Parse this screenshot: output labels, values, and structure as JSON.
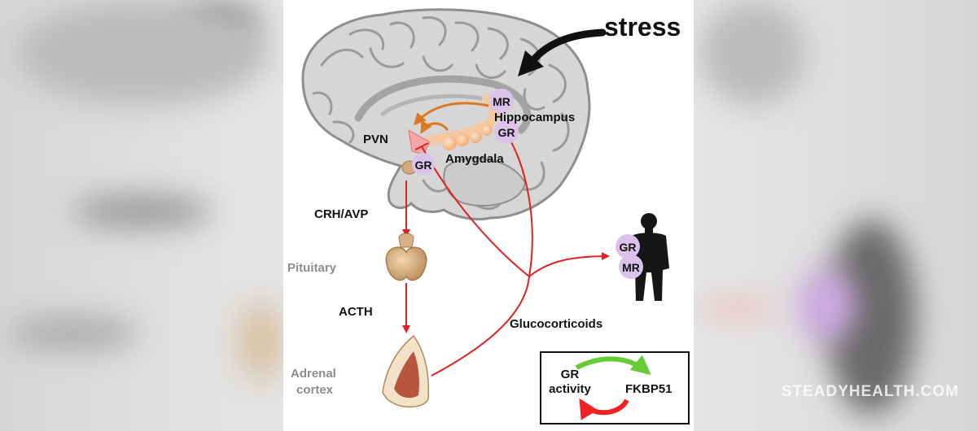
{
  "labels": {
    "stress": "stress",
    "mr_top": "MR",
    "hippocampus": "Hippocampus",
    "gr_hippo": "GR",
    "pvn": "PVN",
    "amygdala": "Amygdala",
    "gr_pvn": "GR",
    "crh_avp": "CRH/AVP",
    "pituitary": "Pituitary",
    "acth": "ACTH",
    "glucocorticoids": "Glucocorticoids",
    "adrenal_line1": "Adrenal",
    "adrenal_line2": "cortex",
    "gr_body": "GR",
    "mr_body": "MR"
  },
  "inset": {
    "gr_line1": "GR",
    "gr_line2": "activity",
    "fkbp51": "FKBP51"
  },
  "watermark": "STEADYHEALTH.COM",
  "colors": {
    "arrow_red": "#dd2222",
    "arrow_orange": "#dd7722",
    "receptor": "#dcc2ea",
    "brain": "#d8d8d8",
    "inset_green": "#66cc33",
    "inset_red": "#ee2222"
  }
}
